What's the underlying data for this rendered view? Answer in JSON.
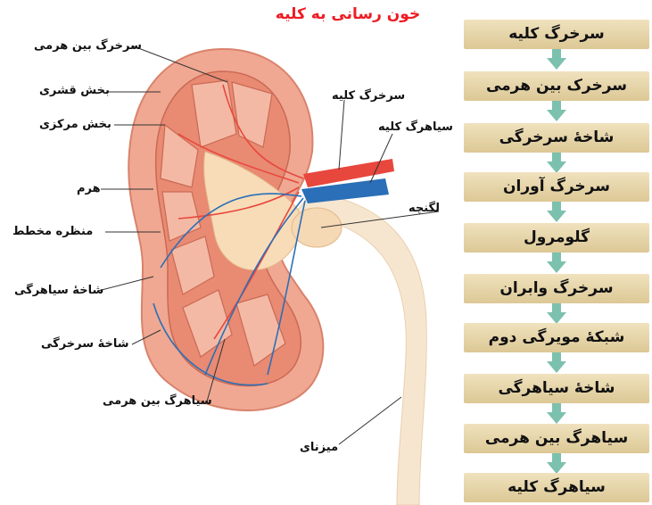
{
  "title": "خون رسانی به کلیه",
  "labels": {
    "interlobar_artery": "سرخرگ بین هرمی",
    "cortex": "بخش قشری",
    "medulla": "بخش مرکزی",
    "pyramid": "هرم",
    "papilla": "منظره مخطط",
    "venule": "شاخهٔ سیاهرگی",
    "arteriole": "شاخهٔ سرخرگی",
    "interlobar_vein": "سیاهرگ بین هرمی",
    "renal_artery": "سرخرگ کلیه",
    "renal_vein": "سیاهرگ کلیه",
    "pelvis": "لگنچه",
    "ureter": "میزنای"
  },
  "flow_steps": [
    "سرخرگ کلیه",
    "سرخرک بین هرمی",
    "شاخهٔ سرخرگی",
    "سرخرگ آوران",
    "گلومرول",
    "سرخرگ وابران",
    "شبکهٔ مویرگی دوم",
    "شاخهٔ سیاهرگی",
    "سیاهرگ بین هرمی",
    "سیاهرگ کلیه"
  ],
  "colors": {
    "title": "#ee1c24",
    "flow_box": "#e6d4a8",
    "flow_arrow": "#7cc0ae",
    "artery": "#e8473d",
    "vein": "#2a6fb7",
    "cortex": "#f0a892",
    "ureter": "#f7e6cf"
  }
}
